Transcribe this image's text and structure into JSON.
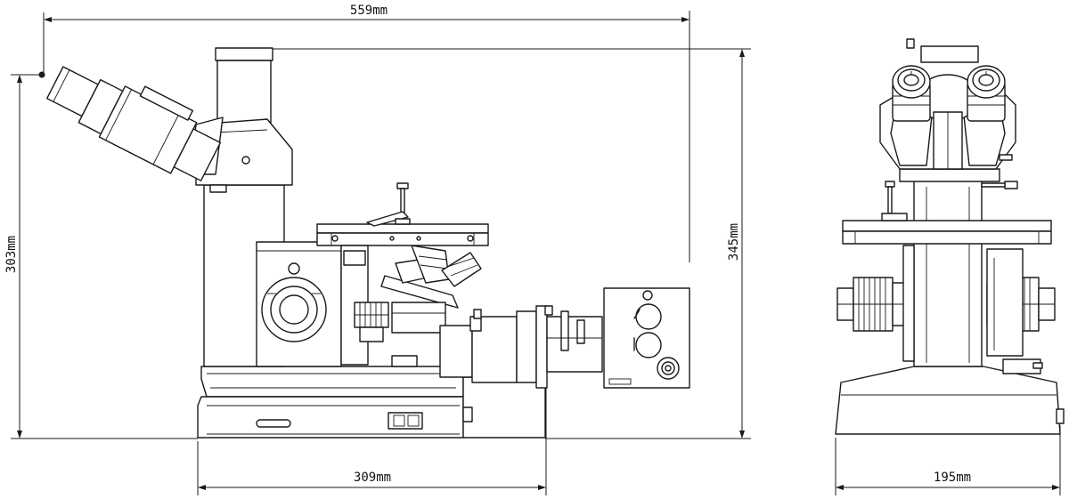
{
  "dimensions": {
    "overall_width": "559mm",
    "base_depth": "309mm",
    "eyepiece_height": "303mm",
    "overall_height": "345mm",
    "front_width": "195mm"
  },
  "views": {
    "side": "side-view",
    "front": "front-view"
  }
}
